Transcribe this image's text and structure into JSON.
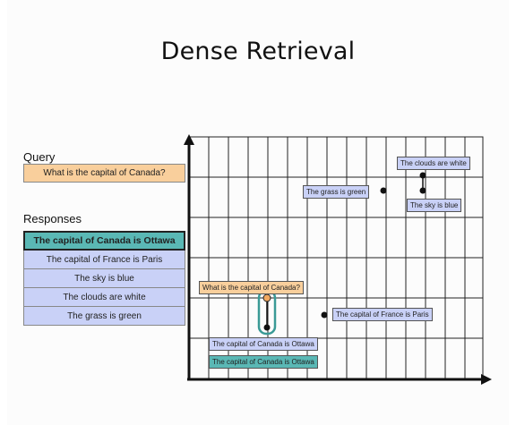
{
  "title": "Dense Retrieval",
  "query": {
    "label": "Query",
    "text": "What is the capital of Canada?"
  },
  "responses": {
    "label": "Responses",
    "items": [
      "The capital of Canada is Ottawa",
      "The capital of France is Paris",
      "The sky is blue",
      "The clouds are white",
      "The grass is green"
    ]
  },
  "plot": {
    "labels": {
      "clouds": "The clouds are white",
      "grass": "The grass is green",
      "sky": "The sky is blue",
      "query": "What is the capital of Canada?",
      "france": "The capital of France is Paris",
      "canada": "The capital of Canada is Ottawa",
      "result": "The capital of Canada is Ottawa"
    }
  },
  "colors": {
    "query": "#f9cf9c",
    "response": "#c9d1f7",
    "match": "#5ab8b5"
  }
}
